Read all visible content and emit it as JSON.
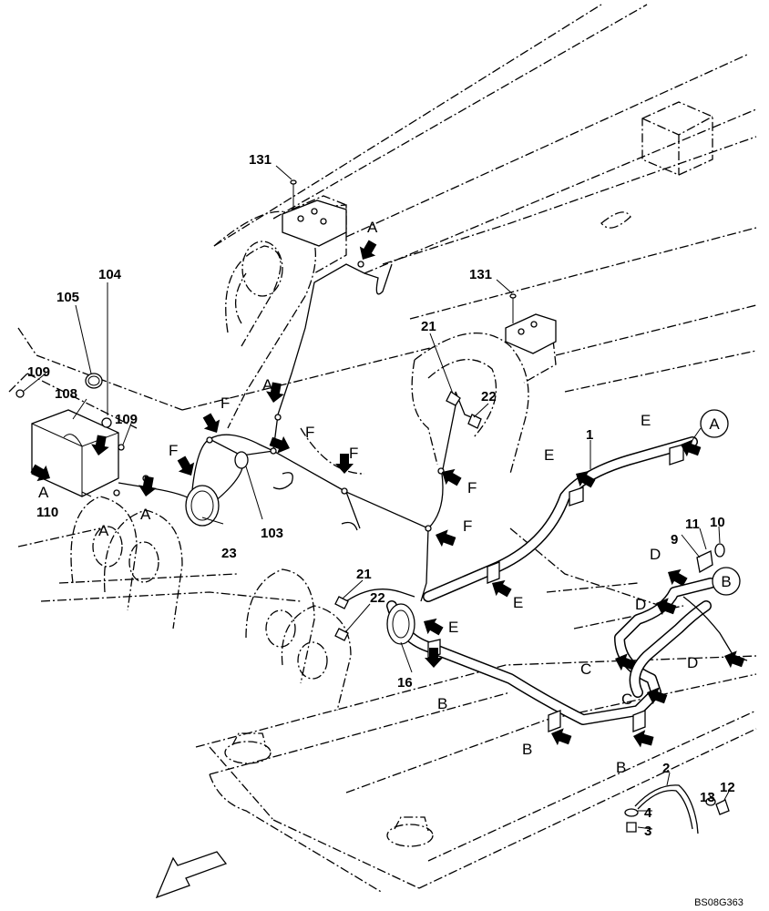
{
  "callouts": {
    "c131a": "131",
    "c131b": "131",
    "c105": "105",
    "c104": "104",
    "c109a": "109",
    "c108": "108",
    "c109b": "109",
    "c110": "110",
    "c21a": "21",
    "c22a": "22",
    "c1": "1",
    "c23": "23",
    "c103": "103",
    "c21b": "21",
    "c22b": "22",
    "c16": "16",
    "c9": "9",
    "c11": "11",
    "c10": "10",
    "c2": "2",
    "c4": "4",
    "c3": "3",
    "c13": "13",
    "c12": "12"
  },
  "arrow_letters": {
    "A": "A",
    "B": "B",
    "C": "C",
    "D": "D",
    "E": "E",
    "F": "F"
  },
  "connector_circles": {
    "circle_a": "A",
    "circle_b": "B"
  },
  "drawing_code": "BS08G363",
  "icons": {
    "direction_arrow": "hollow-direction-arrow-icon",
    "location_arrow": "solid-block-arrow-icon"
  }
}
